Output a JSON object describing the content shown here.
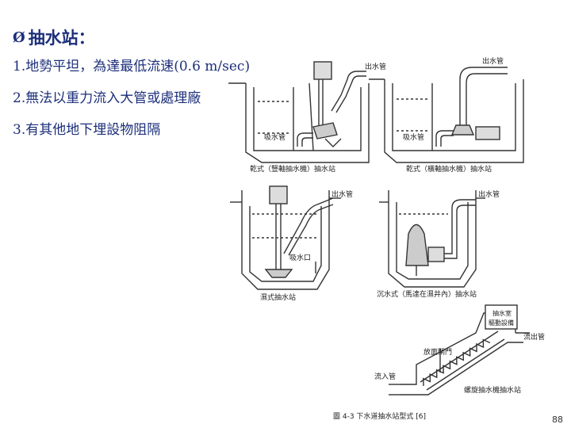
{
  "slide": {
    "title_marker": "Ø",
    "title": "抽水站：",
    "bullets": [
      "1.地勢平坦，為達最低流速(0.6 m/sec)",
      "2.無法以重力流入大管或處理廠",
      "3.有其他地下埋設物阻隔"
    ],
    "page_number": "88"
  },
  "figure": {
    "panels": [
      {
        "caption": "乾式（豎軸抽水機）抽水站",
        "outlet_label": "出水管",
        "inlet_label": "吸水管"
      },
      {
        "caption": "乾式（橫軸抽水機）抽水站",
        "outlet_label": "出水管",
        "inlet_label": "吸水管"
      },
      {
        "caption": "濕式抽水站",
        "outlet_label": "出水管",
        "inlet_label": "吸水口"
      },
      {
        "caption": "沉水式（馬達在濕井內）抽水站",
        "outlet_label": "出水管"
      },
      {
        "caption": "螺旋抽水機抽水站",
        "outlet_label": "流出管",
        "inlet_label": "流入管",
        "machine_room_label": "抽水室",
        "drive_label": "驅動設備",
        "gate_label": "放面閘門"
      }
    ],
    "figure_caption": "圖 4-3  下水道抽水站型式 [6]"
  }
}
